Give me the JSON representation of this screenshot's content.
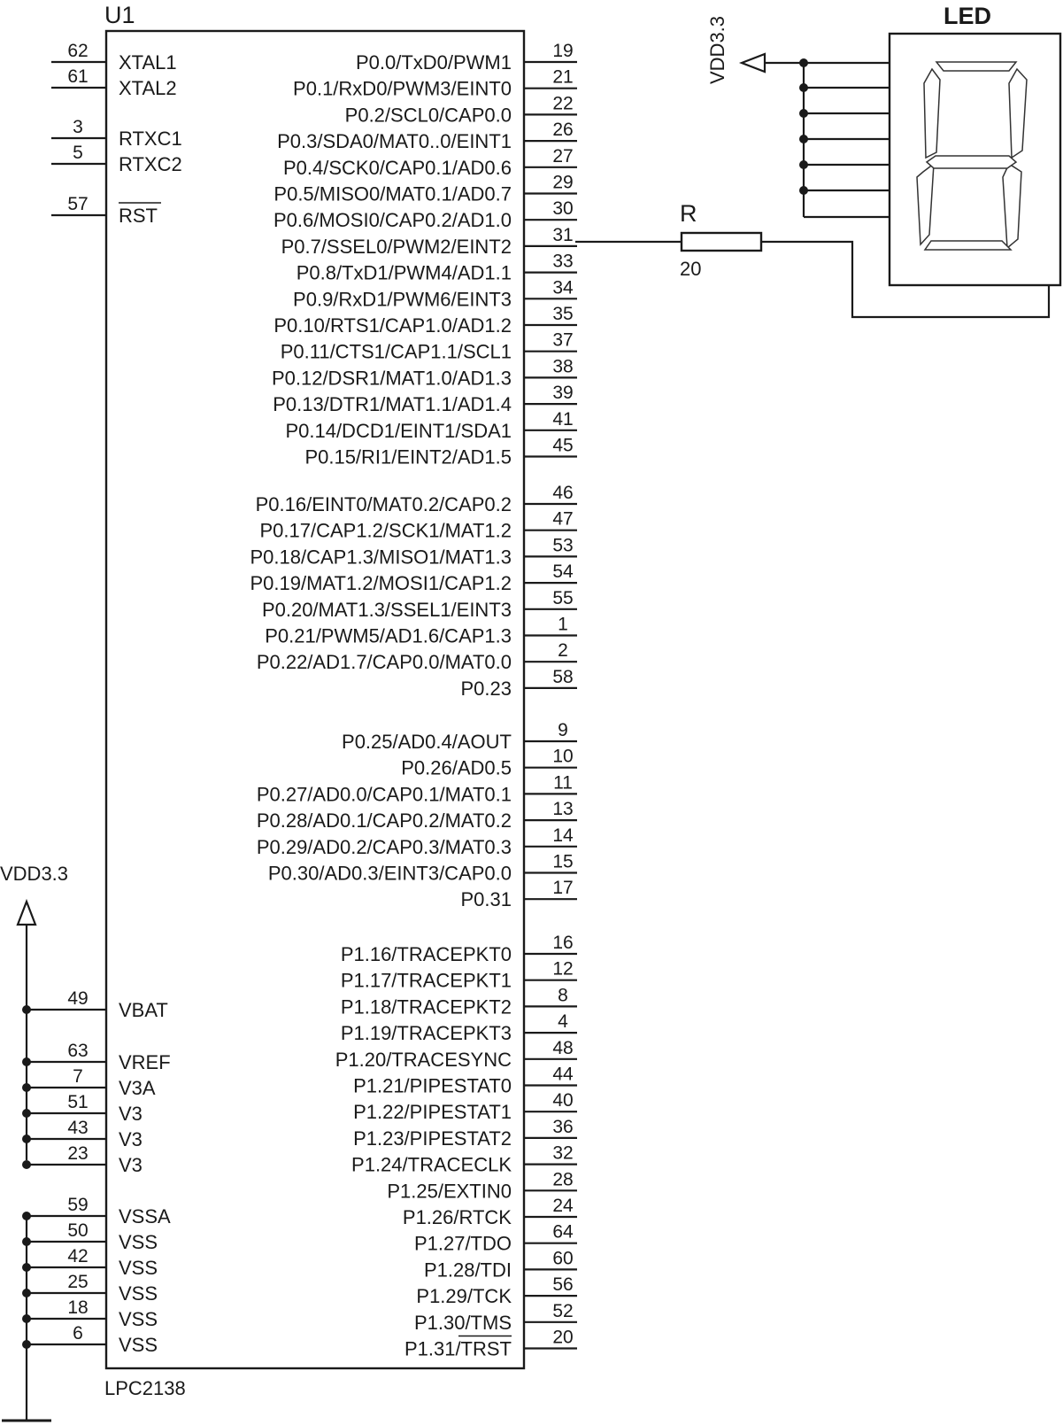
{
  "chip": {
    "ref": "U1",
    "part": "LPC2138",
    "left_pins": [
      {
        "num": "62",
        "name": "XTAL1"
      },
      {
        "num": "61",
        "name": "XTAL2"
      },
      {
        "num": "3",
        "name": "RTXC1"
      },
      {
        "num": "5",
        "name": "RTXC2"
      },
      {
        "num": "57",
        "name": "RST",
        "overbar": true
      },
      {
        "num": "49",
        "name": "VBAT"
      },
      {
        "num": "63",
        "name": "VREF"
      },
      {
        "num": "7",
        "name": "V3A"
      },
      {
        "num": "51",
        "name": "V3"
      },
      {
        "num": "43",
        "name": "V3"
      },
      {
        "num": "23",
        "name": "V3"
      },
      {
        "num": "59",
        "name": "VSSA"
      },
      {
        "num": "50",
        "name": "VSS"
      },
      {
        "num": "42",
        "name": "VSS"
      },
      {
        "num": "25",
        "name": "VSS"
      },
      {
        "num": "18",
        "name": "VSS"
      },
      {
        "num": "6",
        "name": "VSS"
      }
    ],
    "right_pins": [
      {
        "num": "19",
        "name": "P0.0/TxD0/PWM1"
      },
      {
        "num": "21",
        "name": "P0.1/RxD0/PWM3/EINT0"
      },
      {
        "num": "22",
        "name": "P0.2/SCL0/CAP0.0"
      },
      {
        "num": "26",
        "name": "P0.3/SDA0/MAT0..0/EINT1"
      },
      {
        "num": "27",
        "name": "P0.4/SCK0/CAP0.1/AD0.6"
      },
      {
        "num": "29",
        "name": "P0.5/MISO0/MAT0.1/AD0.7"
      },
      {
        "num": "30",
        "name": "P0.6/MOSI0/CAP0.2/AD1.0"
      },
      {
        "num": "31",
        "name": "P0.7/SSEL0/PWM2/EINT2"
      },
      {
        "num": "33",
        "name": "P0.8/TxD1/PWM4/AD1.1"
      },
      {
        "num": "34",
        "name": "P0.9/RxD1/PWM6/EINT3"
      },
      {
        "num": "35",
        "name": "P0.10/RTS1/CAP1.0/AD1.2"
      },
      {
        "num": "37",
        "name": "P0.11/CTS1/CAP1.1/SCL1"
      },
      {
        "num": "38",
        "name": "P0.12/DSR1/MAT1.0/AD1.3"
      },
      {
        "num": "39",
        "name": "P0.13/DTR1/MAT1.1/AD1.4"
      },
      {
        "num": "41",
        "name": "P0.14/DCD1/EINT1/SDA1"
      },
      {
        "num": "45",
        "name": "P0.15/RI1/EINT2/AD1.5"
      },
      {
        "num": "46",
        "name": "P0.16/EINT0/MAT0.2/CAP0.2"
      },
      {
        "num": "47",
        "name": "P0.17/CAP1.2/SCK1/MAT1.2"
      },
      {
        "num": "53",
        "name": "P0.18/CAP1.3/MISO1/MAT1.3"
      },
      {
        "num": "54",
        "name": "P0.19/MAT1.2/MOSI1/CAP1.2"
      },
      {
        "num": "55",
        "name": "P0.20/MAT1.3/SSEL1/EINT3"
      },
      {
        "num": "1",
        "name": "P0.21/PWM5/AD1.6/CAP1.3"
      },
      {
        "num": "2",
        "name": "P0.22/AD1.7/CAP0.0/MAT0.0"
      },
      {
        "num": "58",
        "name": "P0.23"
      },
      {
        "num": "9",
        "name": "P0.25/AD0.4/AOUT"
      },
      {
        "num": "10",
        "name": "P0.26/AD0.5"
      },
      {
        "num": "11",
        "name": "P0.27/AD0.0/CAP0.1/MAT0.1"
      },
      {
        "num": "13",
        "name": "P0.28/AD0.1/CAP0.2/MAT0.2"
      },
      {
        "num": "14",
        "name": "P0.29/AD0.2/CAP0.3/MAT0.3"
      },
      {
        "num": "15",
        "name": "P0.30/AD0.3/EINT3/CAP0.0"
      },
      {
        "num": "17",
        "name": "P0.31"
      },
      {
        "num": "16",
        "name": "P1.16/TRACEPKT0"
      },
      {
        "num": "12",
        "name": "P1.17/TRACEPKT1"
      },
      {
        "num": "8",
        "name": "P1.18/TRACEPKT2"
      },
      {
        "num": "4",
        "name": "P1.19/TRACEPKT3"
      },
      {
        "num": "48",
        "name": "P1.20/TRACESYNC"
      },
      {
        "num": "44",
        "name": "P1.21/PIPESTAT0"
      },
      {
        "num": "40",
        "name": "P1.22/PIPESTAT1"
      },
      {
        "num": "36",
        "name": "P1.23/PIPESTAT2"
      },
      {
        "num": "32",
        "name": "P1.24/TRACECLK"
      },
      {
        "num": "28",
        "name": "P1.25/EXTIN0"
      },
      {
        "num": "24",
        "name": "P1.26/RTCK"
      },
      {
        "num": "64",
        "name": "P1.27/TDO"
      },
      {
        "num": "60",
        "name": "P1.28/TDI"
      },
      {
        "num": "56",
        "name": "P1.29/TCK"
      },
      {
        "num": "52",
        "name": "P1.30/TMS"
      },
      {
        "num": "20",
        "name": "P1.31/TRST",
        "overbar_suffix": "TRST"
      }
    ]
  },
  "resistor": {
    "ref": "R",
    "value": "20"
  },
  "led": {
    "label": "LED"
  },
  "power": {
    "top_label": "VDD3.3",
    "left_label": "VDD3.3"
  }
}
